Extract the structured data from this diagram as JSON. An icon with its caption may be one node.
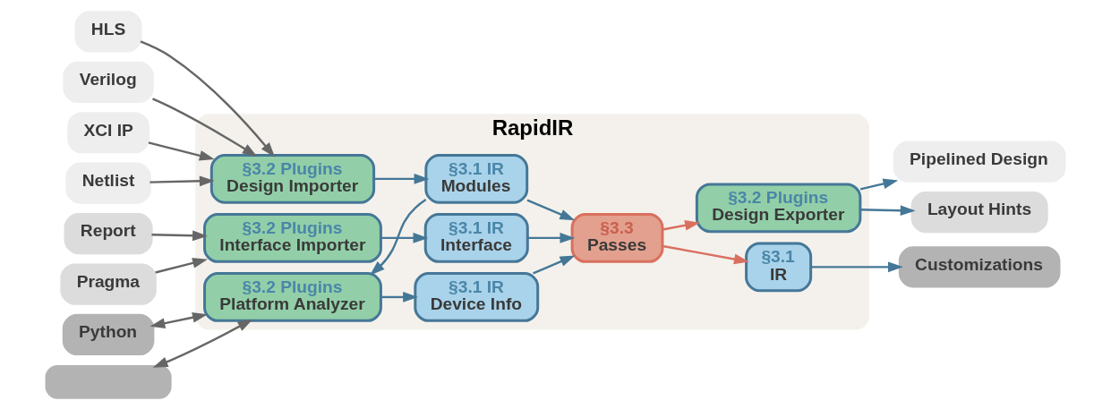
{
  "diagram": {
    "nodes": [
      {
        "text": [
          "RapidIR"
        ]
      },
      {
        "text": [
          "HLS"
        ]
      },
      {
        "text": [
          "Verilog"
        ]
      },
      {
        "text": [
          "XCI IP"
        ]
      },
      {
        "text": [
          "Netlist"
        ]
      },
      {
        "text": [
          "Report"
        ]
      },
      {
        "text": [
          "Pragma"
        ]
      },
      {
        "text": [
          "Python"
        ]
      },
      {
        "text": [],
        "shape": "box"
      },
      {
        "text": [
          "§3.2 Plugins",
          "Design Importer"
        ],
        "in": 0
      },
      {
        "text": [
          "§3.2 Plugins",
          "Interface Importer"
        ],
        "in": 0
      },
      {
        "text": [
          "§3.2 Plugins",
          "Platform Analyzer"
        ],
        "in": 0
      },
      {
        "text": [
          "§3.1 IR",
          "Modules"
        ],
        "in": 0
      },
      {
        "text": [
          "§3.1 IR",
          "Interface"
        ],
        "in": 0
      },
      {
        "text": [
          "§3.1 IR",
          "Device Info"
        ],
        "in": 0
      },
      {
        "text": [
          "§3.3",
          "Passes"
        ],
        "in": 0
      },
      {
        "text": [
          "§3.2 Plugins",
          "Design Exporter"
        ],
        "in": 0
      },
      {
        "text": [
          "§3.1",
          "IR"
        ],
        "in": 0
      },
      {
        "text": [
          "Pipelined Design"
        ]
      },
      {
        "text": [
          "Layout Hints"
        ]
      },
      {
        "text": [
          "Customizations"
        ]
      }
    ],
    "edges": [
      {
        "from": 1,
        "to": 9,
        "arrow": "to",
        "color": "#666666"
      },
      {
        "from": 2,
        "to": 9,
        "arrow": "to",
        "color": "#666666"
      },
      {
        "from": 3,
        "to": 9,
        "arrow": "to",
        "color": "#666666"
      },
      {
        "from": 4,
        "to": 9,
        "arrow": "to",
        "color": "#666666"
      },
      {
        "from": 5,
        "to": 10,
        "arrow": "to",
        "color": "#666666"
      },
      {
        "from": 6,
        "to": 10,
        "arrow": "to",
        "color": "#666666"
      },
      {
        "from": 7,
        "to": 11,
        "arrow": "both",
        "color": "#666666"
      },
      {
        "from": 8,
        "to": 11,
        "arrow": "both",
        "color": "#666666"
      },
      {
        "from": 9,
        "to": 12,
        "arrow": "to"
      },
      {
        "from": 10,
        "to": 13,
        "arrow": "to"
      },
      {
        "from": 11,
        "to": 14,
        "arrow": "to"
      },
      {
        "from": 12,
        "to": 15,
        "arrow": "to"
      },
      {
        "from": 13,
        "to": 15,
        "arrow": "to"
      },
      {
        "from": 14,
        "to": 15,
        "arrow": "to"
      },
      {
        "from": 12,
        "to": 11,
        "arrow": "to"
      },
      {
        "from": 15,
        "to": 16,
        "arrow": "to",
        "color": "#d9705f"
      },
      {
        "from": 15,
        "to": 17,
        "arrow": "to",
        "color": "#d9705f"
      },
      {
        "from": 16,
        "to": 18,
        "arrow": "to"
      },
      {
        "from": 16,
        "to": 19,
        "arrow": "to"
      },
      {
        "from": 17,
        "to": 20,
        "arrow": "to"
      }
    ]
  }
}
